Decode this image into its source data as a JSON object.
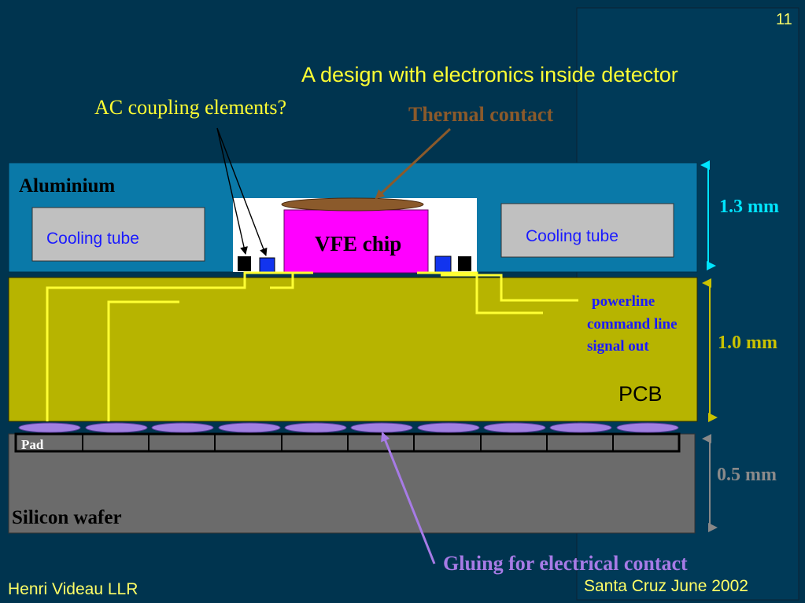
{
  "slide": {
    "number": "11",
    "title": "A design with electronics inside detector",
    "footer_left": "Henri Videau  LLR",
    "footer_right": "Santa Cruz June 2002"
  },
  "labels": {
    "ac_coupling": "AC coupling elements?",
    "thermal_contact": "Thermal contact",
    "aluminium": "Aluminium",
    "cooling_tube_left": "Cooling tube",
    "cooling_tube_right": "Cooling tube",
    "vfe_chip": "VFE chip",
    "powerline": "powerline",
    "command_line": "command line",
    "signal_out": "signal out",
    "pcb": "PCB",
    "pad": "Pad",
    "silicon_wafer": "Silicon wafer",
    "gluing": "Gluing for electrical contact"
  },
  "dimensions": {
    "aluminium_thickness": "1.3 mm",
    "pcb_thickness": "1.0 mm",
    "wafer_thickness": "0.5 mm"
  },
  "colors": {
    "background": "#00344f",
    "panel": "#003a58",
    "aluminium": "#0a79a8",
    "pcb": "#b7b400",
    "silicon": "#6b6b6b",
    "vfe_chip": "#ff00ff",
    "thermal": "#8b5a2b",
    "pad": "#a07fe0",
    "trace": "#ffff33",
    "cyan_dim": "#00e5ff",
    "yellow_text": "#ffff66",
    "label_blue": "#1a1aff"
  },
  "icons": {
    "components": [
      "black-square",
      "blue-square",
      "blue-square",
      "black-square"
    ]
  }
}
